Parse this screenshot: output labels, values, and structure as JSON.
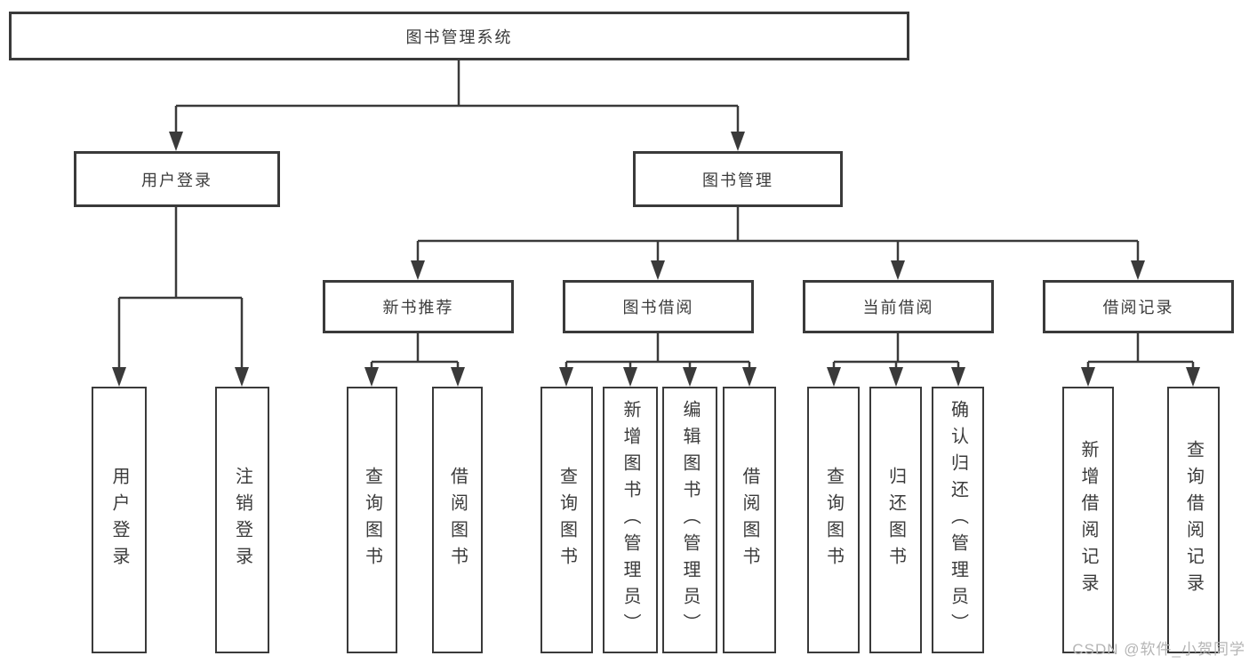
{
  "tree": {
    "label": "图书管理系统",
    "children": [
      {
        "label": "用户登录",
        "children": [
          {
            "label": "用户登录"
          },
          {
            "label": "注销登录"
          }
        ]
      },
      {
        "label": "图书管理",
        "children": [
          {
            "label": "新书推荐",
            "children": [
              {
                "label": "查询图书"
              },
              {
                "label": "借阅图书"
              }
            ]
          },
          {
            "label": "图书借阅",
            "children": [
              {
                "label": "查询图书"
              },
              {
                "label": "新增图书（管理员）"
              },
              {
                "label": "编辑图书（管理员）"
              },
              {
                "label": "借阅图书"
              }
            ]
          },
          {
            "label": "当前借阅",
            "children": [
              {
                "label": "查询图书"
              },
              {
                "label": "归还图书"
              },
              {
                "label": "确认归还（管理员）"
              }
            ]
          },
          {
            "label": "借阅记录",
            "children": [
              {
                "label": "新增借阅记录"
              },
              {
                "label": "查询借阅记录"
              }
            ]
          }
        ]
      }
    ]
  },
  "watermark": "CSDN @软件_小贺同学",
  "colors": {
    "line": "#3a3a3a",
    "text": "#3b3b3b",
    "watermark": "#b5b5b5",
    "background": "#ffffff"
  }
}
